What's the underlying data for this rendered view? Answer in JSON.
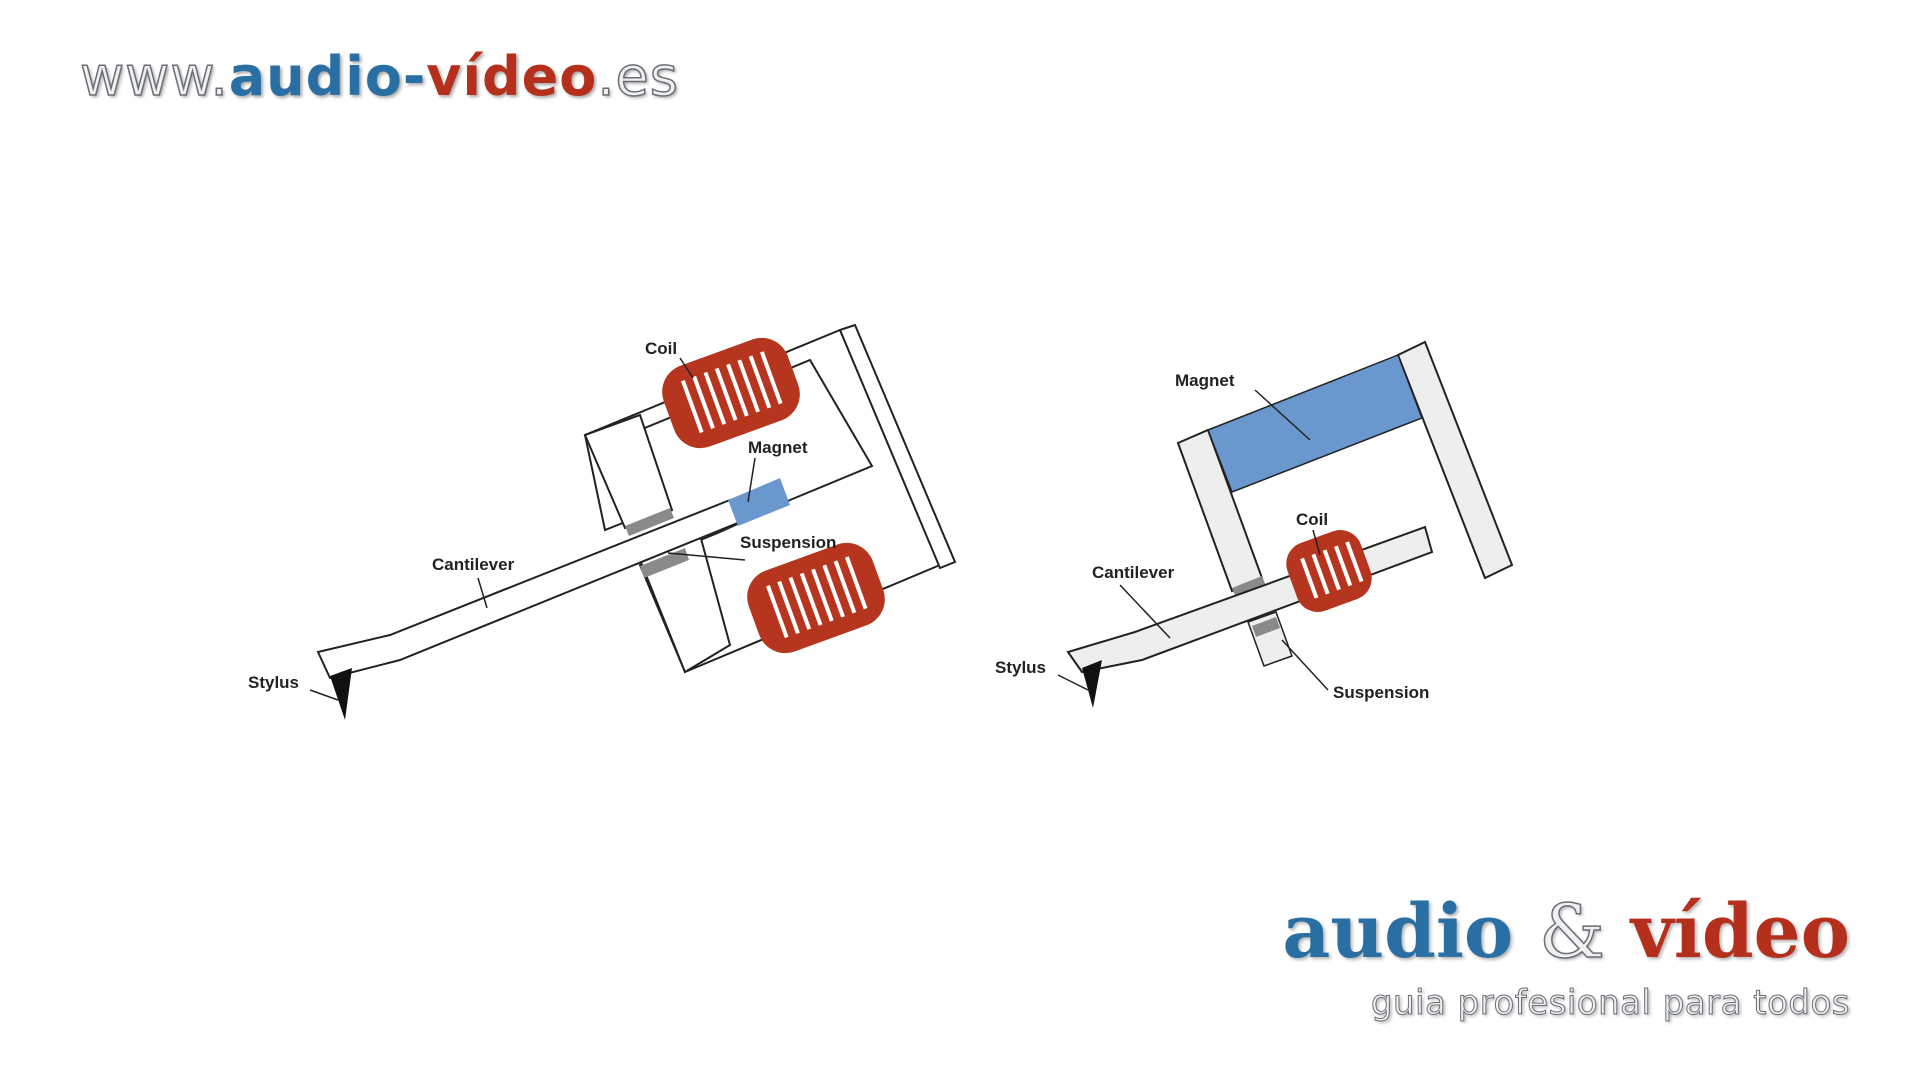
{
  "header": {
    "prefix": "www.",
    "blue": "audio-",
    "red": "vídeo",
    "suffix": ".es"
  },
  "footer": {
    "logo_blue": "audio",
    "logo_amp": "&",
    "logo_red": "vídeo",
    "tagline": "guia profesional para todos"
  },
  "diagram_left": {
    "coil": "Coil",
    "magnet": "Magnet",
    "suspension": "Suspension",
    "cantilever": "Cantilever",
    "stylus": "Stylus"
  },
  "diagram_right": {
    "magnet": "Magnet",
    "coil": "Coil",
    "cantilever": "Cantilever",
    "stylus": "Stylus",
    "suspension": "Suspension"
  },
  "colors": {
    "coil_red": "#b5351f",
    "magnet_blue": "#6b97cf",
    "suspension_grey": "#8a8a8a",
    "outline": "#222222",
    "brand_blue": "#2a6fa3",
    "brand_red": "#b5301c"
  }
}
